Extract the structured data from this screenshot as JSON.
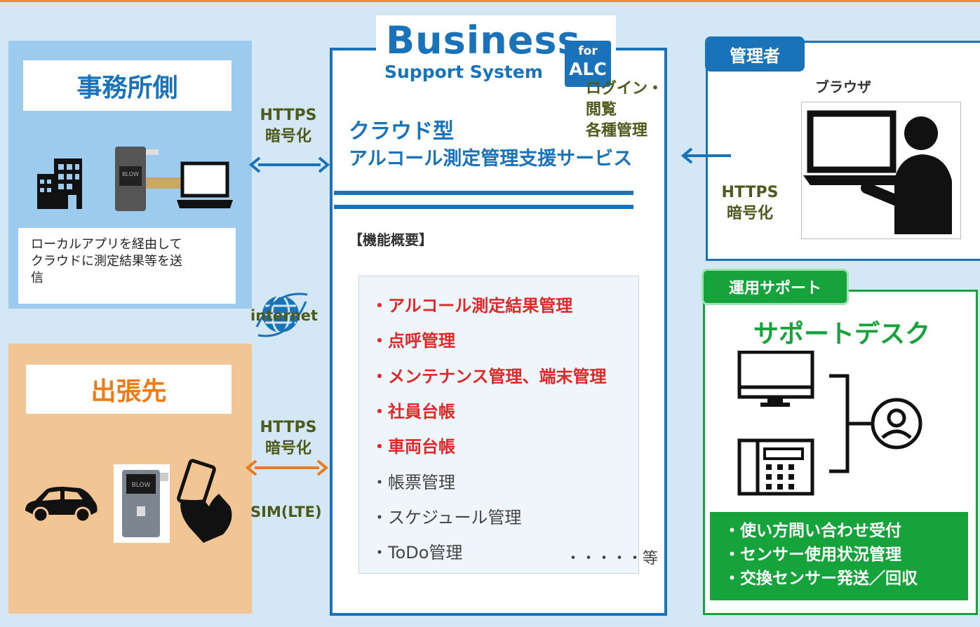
{
  "logo": {
    "line1": "Business",
    "line2": "Support System",
    "badge_top": "for",
    "badge_bottom": "ALC"
  },
  "office": {
    "title": "事務所側",
    "note": "ローカルアプリを経由して\nクラウドに測定結果等を送\n信"
  },
  "trip": {
    "title": "出張先"
  },
  "connections": {
    "office_https": "HTTPS",
    "office_enc": "暗号化",
    "internet": "internet",
    "trip_https": "HTTPS",
    "trip_enc": "暗号化",
    "trip_sim": "SIM(LTE)",
    "admin_https": "HTTPS",
    "admin_enc": "暗号化",
    "login_line1": "ログイン・",
    "login_line2": "閲覧",
    "login_line3": "各種管理"
  },
  "cloud": {
    "type": "クラウド型",
    "service": "アルコール測定管理支援サービス",
    "functions_heading": "【機能概要】",
    "functions": [
      {
        "label": "・アルコール測定結果管理",
        "highlight": true
      },
      {
        "label": "・点呼管理",
        "highlight": true
      },
      {
        "label": "・メンテナンス管理、端末管理",
        "highlight": true
      },
      {
        "label": "・社員台帳",
        "highlight": true
      },
      {
        "label": "・車両台帳",
        "highlight": true
      },
      {
        "label": "・帳票管理",
        "highlight": false
      },
      {
        "label": "・スケジュール管理",
        "highlight": false
      },
      {
        "label": "・ToDo管理",
        "highlight": false
      }
    ],
    "functions_etc": "・・・・・等"
  },
  "admin": {
    "tab": "管理者",
    "browser": "ブラウザ"
  },
  "support": {
    "tab": "運用サポート",
    "title": "サポートデスク",
    "items": [
      "・使い方問い合わせ受付",
      "・センサー使用状況管理",
      "・交換センサー発送／回収"
    ]
  },
  "colors": {
    "blue": "#1a73b8",
    "orange": "#ec7b1a",
    "green": "#17a33b",
    "red": "#e02828",
    "olive": "#4d5a1b"
  }
}
